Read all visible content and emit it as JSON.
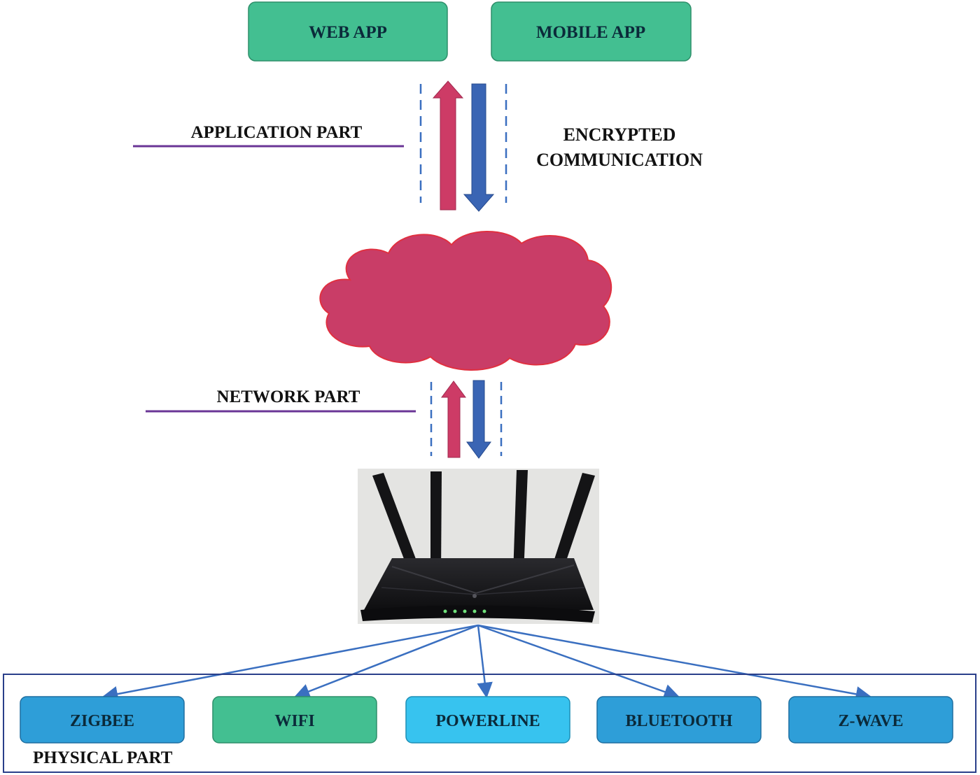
{
  "apps": {
    "web_app": "WEB APP",
    "mobile_app": "MOBILE APP"
  },
  "labels": {
    "application_part": "APPLICATION PART",
    "encrypted_line1": "ENCRYPTED",
    "encrypted_line2": "COMMUNICATION",
    "network_part": "NETWORK PART",
    "physical_part": "PHYSICAL PART"
  },
  "protocols": [
    "ZIGBEE",
    "WIFI",
    "POWERLINE",
    "BLUETOOTH",
    "Z-WAVE"
  ],
  "colors": {
    "app_box": "#43bf91",
    "cloud": "#c93d67",
    "arrow_up": "#cd3b66",
    "arrow_down": "#3a65b4",
    "dashed_line": "#3a6fc0",
    "part_line": "#6a3596",
    "connector": "#3a6fc0",
    "zigbee": "#2e9ed8",
    "wifi": "#43bf91",
    "powerline": "#37c3ef",
    "bluetooth": "#2e9ed8",
    "zwave": "#2e9ed8"
  }
}
